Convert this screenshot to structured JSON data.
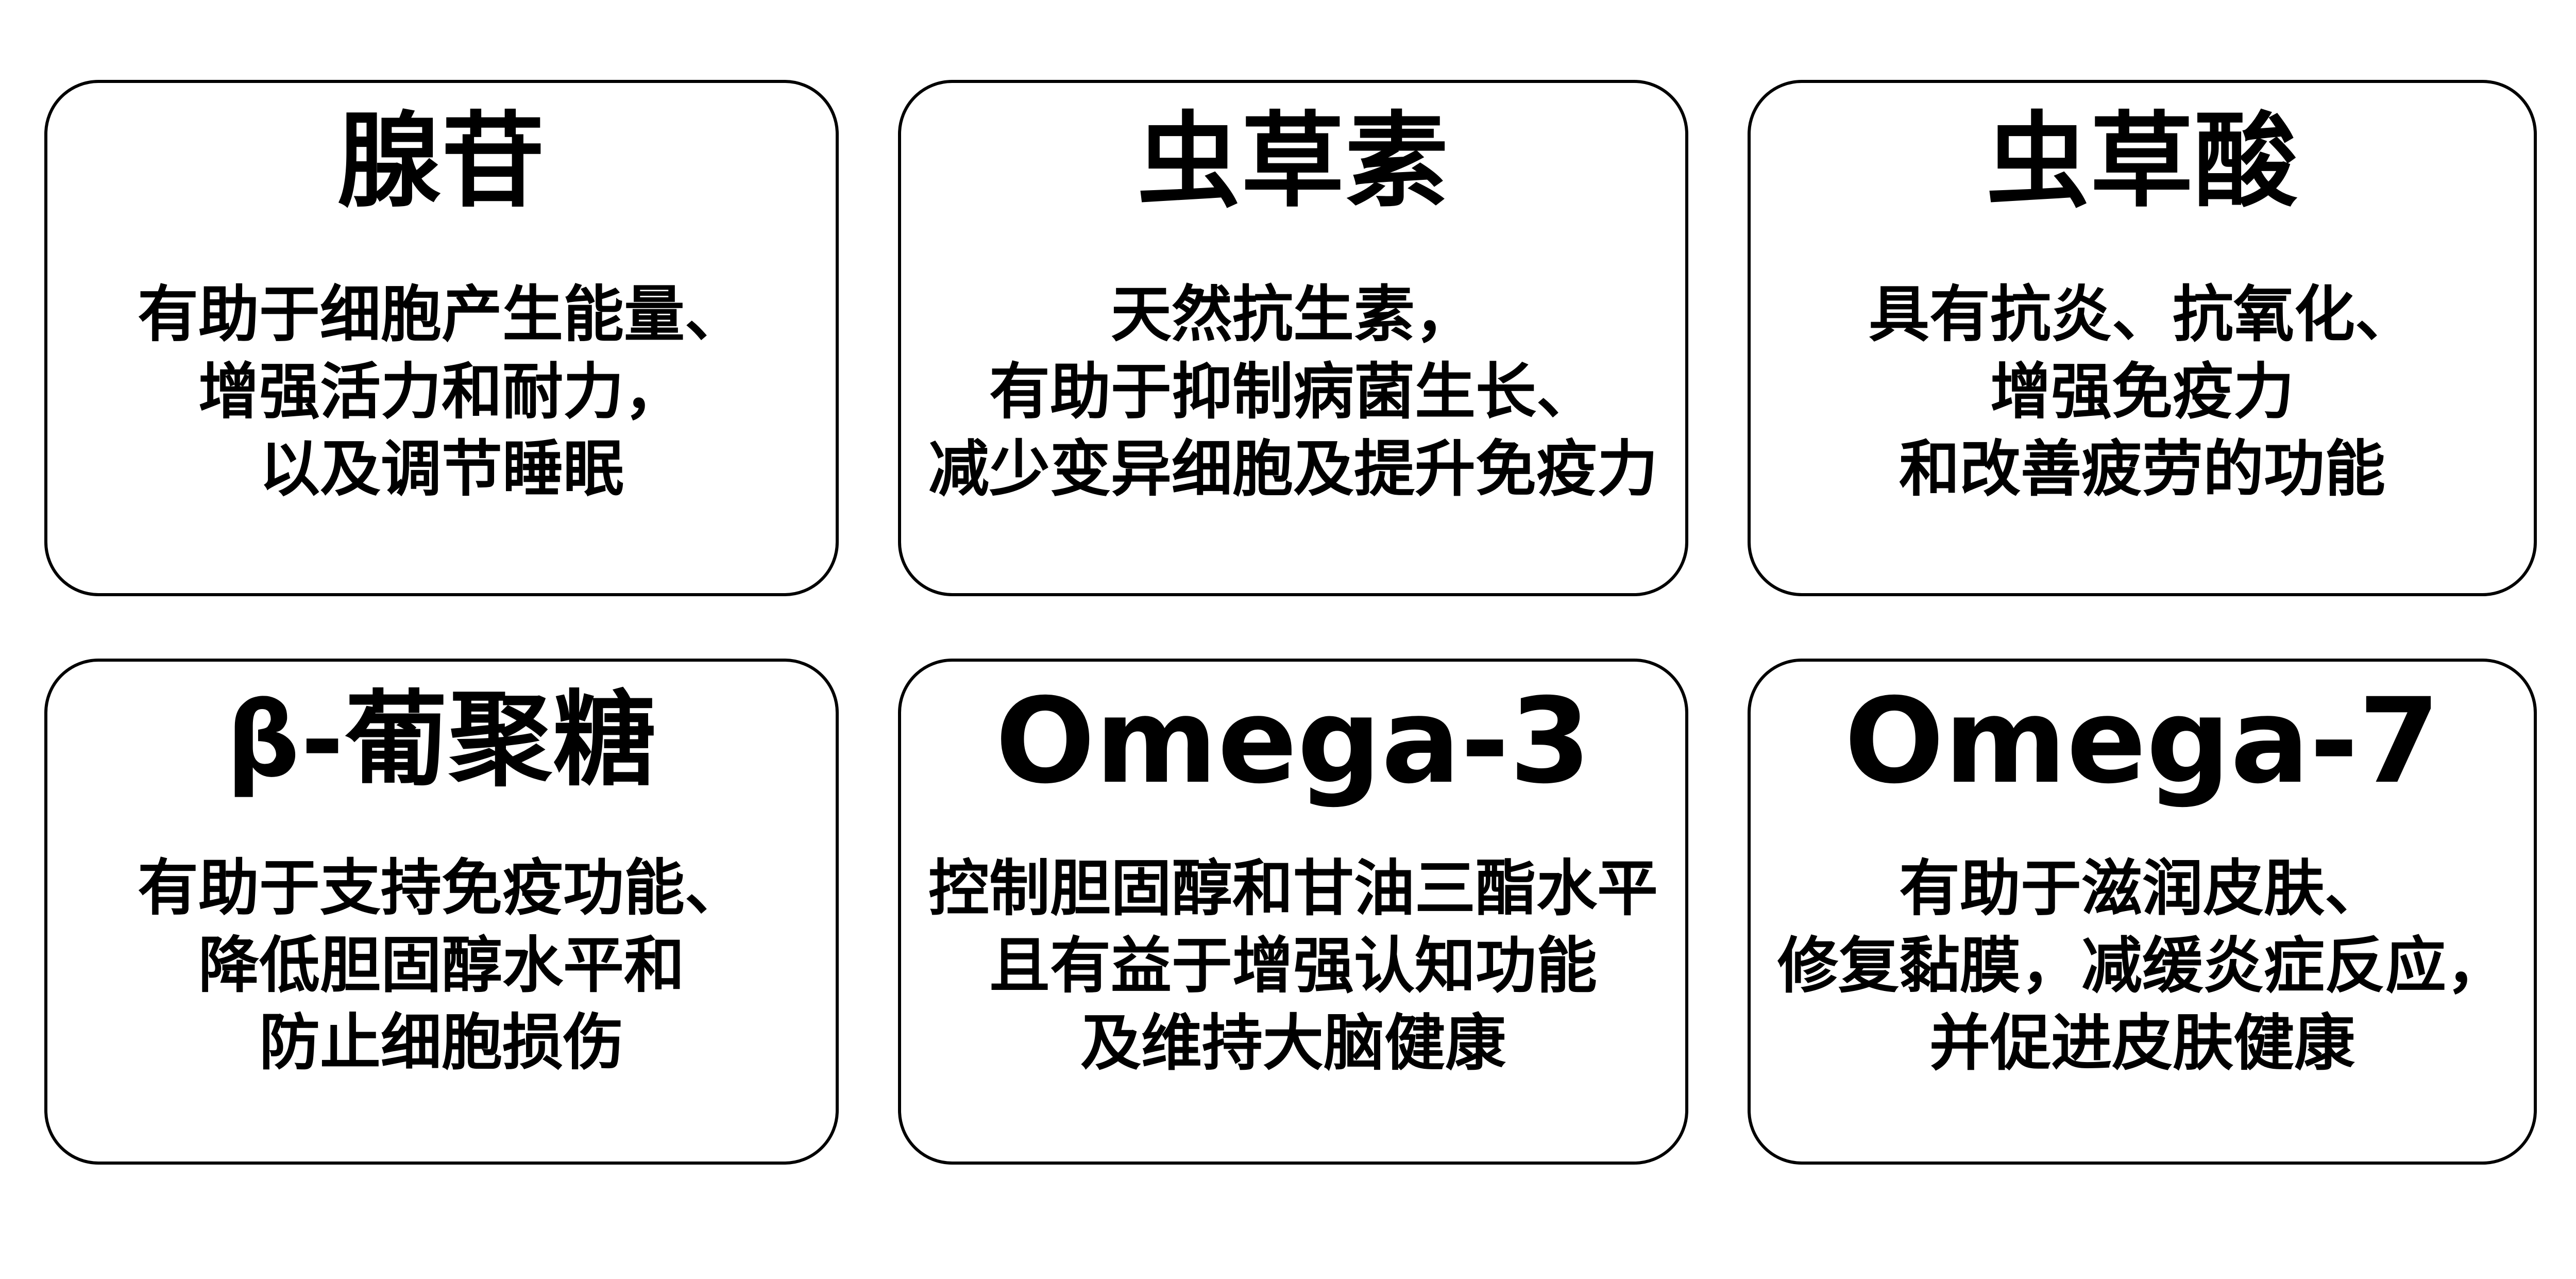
{
  "page": {
    "background_color": "#ffffff",
    "text_color": "#000000",
    "card_border_color": "#000000"
  },
  "cards": [
    {
      "title": "腺苷",
      "lines": [
        "有助于细胞产生能量、",
        "增强活力和耐力，",
        "以及调节睡眠"
      ]
    },
    {
      "title": "虫草素",
      "lines": [
        "天然抗生素，",
        "有助于抑制病菌生长、",
        "减少变异细胞及提升免疫力"
      ]
    },
    {
      "title": "虫草酸",
      "lines": [
        "具有抗炎、抗氧化、",
        "增强免疫力",
        "和改善疲劳的功能"
      ]
    },
    {
      "title": "β-葡聚糖",
      "lines": [
        "有助于支持免疫功能、",
        "降低胆固醇水平和",
        "防止细胞损伤"
      ]
    },
    {
      "title": "Omega-3",
      "lines": [
        "控制胆固醇和甘油三酯水平",
        "且有益于增强认知功能",
        "及维持大脑健康"
      ]
    },
    {
      "title": "Omega-7",
      "lines": [
        "有助于滋润皮肤、",
        "修复黏膜，减缓炎症反应，",
        "并促进皮肤健康"
      ]
    }
  ]
}
